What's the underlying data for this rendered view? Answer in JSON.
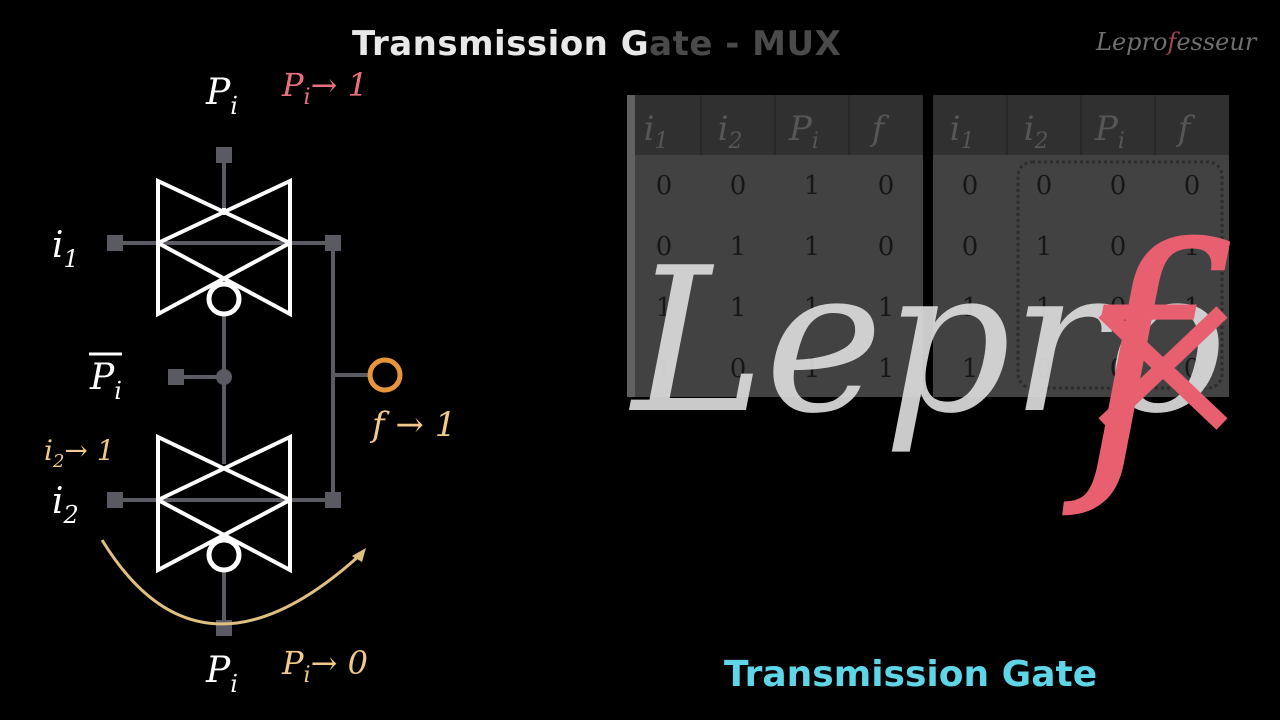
{
  "title": {
    "part1": "Transmission G",
    "part2": "ate - MUX"
  },
  "brand": {
    "pre": "Lepro",
    "accent": "f",
    "post": "esseur"
  },
  "subtitle": "Transmission Gate",
  "circuit": {
    "labels": {
      "p_top": "P",
      "p_top_sub": "i",
      "p_top_value": "→ 1",
      "i1": "i",
      "i1_sub": "1",
      "p_bar": "P",
      "p_bar_sub": "i",
      "f_value": "f → 1",
      "i2_value": "i",
      "i2_value_sub": "2",
      "i2_value_arrow": "→ 1",
      "i2": "i",
      "i2_sub": "2",
      "p_bottom": "P",
      "p_bottom_sub": "i",
      "p_bottom_value": "→ 0"
    }
  },
  "truth_tables": [
    {
      "headers": [
        {
          "main": "i",
          "sub": "1"
        },
        {
          "main": "i",
          "sub": "2"
        },
        {
          "main": "P",
          "sub": "i"
        },
        {
          "main": "f",
          "sub": ""
        }
      ],
      "rows": [
        [
          "0",
          "0",
          "1",
          "0"
        ],
        [
          "0",
          "1",
          "1",
          "0"
        ],
        [
          "1",
          "1",
          "1",
          "1"
        ],
        [
          "1",
          "0",
          "1",
          "1"
        ]
      ]
    },
    {
      "headers": [
        {
          "main": "i",
          "sub": "1"
        },
        {
          "main": "i",
          "sub": "2"
        },
        {
          "main": "P",
          "sub": "i"
        },
        {
          "main": "f",
          "sub": ""
        }
      ],
      "rows": [
        [
          "0",
          "0",
          "0",
          "0"
        ],
        [
          "0",
          "1",
          "0",
          "1"
        ],
        [
          "1",
          "1",
          "0",
          "1"
        ],
        [
          "1",
          "0",
          "0",
          "0"
        ]
      ]
    }
  ],
  "watermark": {
    "text": "Lepro",
    "accent": "f"
  },
  "colors": {
    "wire": "#5a5a62",
    "gate": "#ffffff",
    "pink": "#e8707e",
    "orange": "#e8943a",
    "yellow": "#f1c98a",
    "cyan": "#5ed6e8",
    "table_header": "#353535",
    "table_body": "#484848"
  }
}
